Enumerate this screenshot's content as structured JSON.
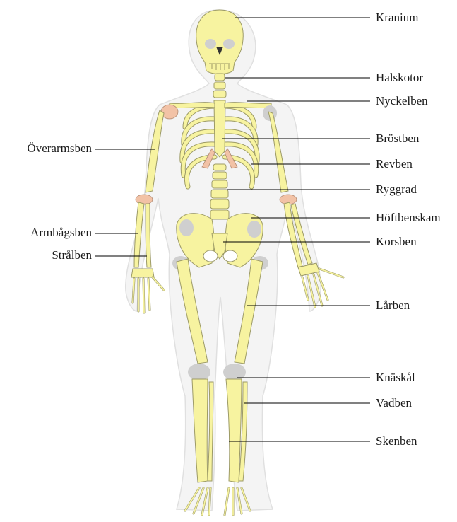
{
  "diagram": {
    "labels": {
      "kranium": "Kranium",
      "halskotor": "Halskotor",
      "nyckelben": "Nyckelben",
      "brostben": "Bröstben",
      "revben": "Revben",
      "ryggrad": "Ryggrad",
      "hoftbenskam": "Höftbenskam",
      "korsben": "Korsben",
      "larben": "Lårben",
      "knaskal": "Knäskål",
      "vadben": "Vadben",
      "skenben": "Skenben",
      "overarmsben": "Överarmsben",
      "armbagsben": "Armbågsben",
      "stralben": "Strålben"
    },
    "colors": {
      "bone": "#f7f3a0",
      "bone_outline": "#9c9a66",
      "cartilage": "#f2c2a6",
      "joint_shadow": "#c8c8c8",
      "silhouette": "#e6e6e6",
      "leader_line": "#000000"
    }
  }
}
